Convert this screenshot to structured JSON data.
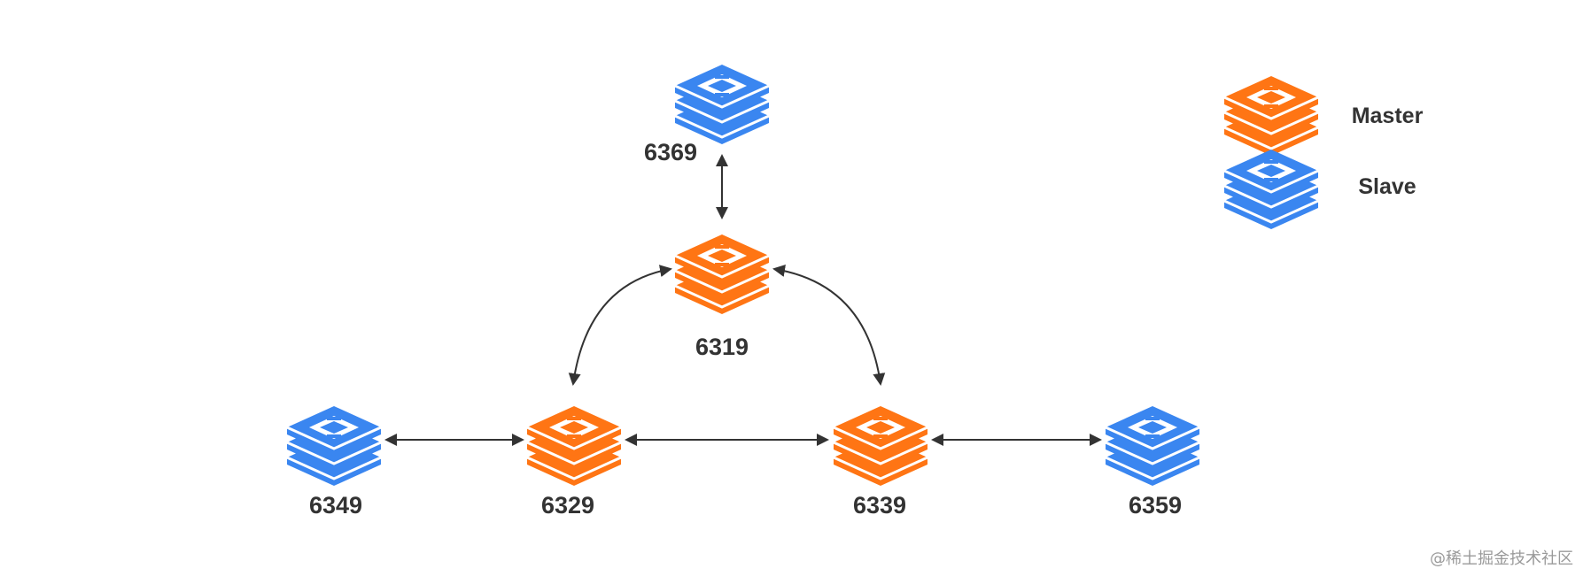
{
  "colors": {
    "master": "#ff7514",
    "slave": "#3a86f0",
    "line": "#333333",
    "text": "#333333"
  },
  "legend": {
    "master_label": "Master",
    "slave_label": "Slave",
    "master_icon": "redis-stack-icon",
    "slave_icon": "redis-stack-icon"
  },
  "nodes": {
    "n6369": {
      "label": "6369",
      "role": "slave"
    },
    "n6319": {
      "label": "6319",
      "role": "master"
    },
    "n6329": {
      "label": "6329",
      "role": "master"
    },
    "n6339": {
      "label": "6339",
      "role": "master"
    },
    "n6349": {
      "label": "6349",
      "role": "slave"
    },
    "n6359": {
      "label": "6359",
      "role": "slave"
    }
  },
  "links": [
    {
      "from": "6369",
      "to": "6319",
      "direction": "both"
    },
    {
      "from": "6319",
      "to": "6329",
      "direction": "both"
    },
    {
      "from": "6319",
      "to": "6339",
      "direction": "both"
    },
    {
      "from": "6329",
      "to": "6339",
      "direction": "both"
    },
    {
      "from": "6349",
      "to": "6329",
      "direction": "both"
    },
    {
      "from": "6339",
      "to": "6359",
      "direction": "both"
    }
  ],
  "watermark": "@稀土掘金技术社区"
}
